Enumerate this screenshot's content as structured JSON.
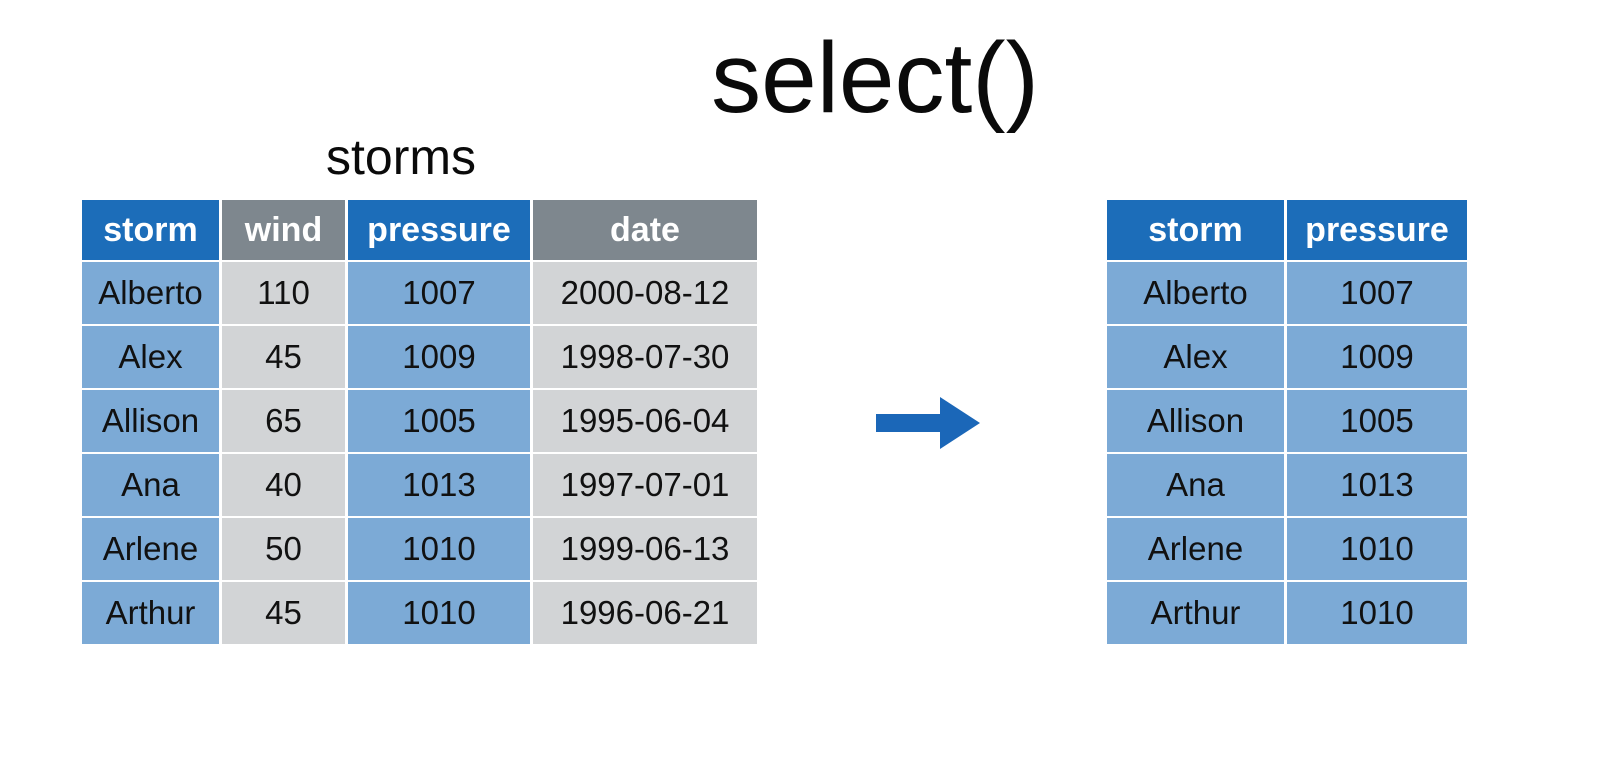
{
  "title": "select()",
  "source_table": {
    "label": "storms",
    "columns": [
      {
        "name": "storm",
        "style": "selected"
      },
      {
        "name": "wind",
        "style": "unselected"
      },
      {
        "name": "pressure",
        "style": "selected"
      },
      {
        "name": "date",
        "style": "unselected"
      }
    ],
    "rows": [
      [
        "Alberto",
        "110",
        "1007",
        "2000-08-12"
      ],
      [
        "Alex",
        "45",
        "1009",
        "1998-07-30"
      ],
      [
        "Allison",
        "65",
        "1005",
        "1995-06-04"
      ],
      [
        "Ana",
        "40",
        "1013",
        "1997-07-01"
      ],
      [
        "Arlene",
        "50",
        "1010",
        "1999-06-13"
      ],
      [
        "Arthur",
        "45",
        "1010",
        "1996-06-21"
      ]
    ]
  },
  "result_table": {
    "columns": [
      {
        "name": "storm",
        "style": "selected"
      },
      {
        "name": "pressure",
        "style": "selected"
      }
    ],
    "rows": [
      [
        "Alberto",
        "1007"
      ],
      [
        "Alex",
        "1009"
      ],
      [
        "Allison",
        "1005"
      ],
      [
        "Ana",
        "1013"
      ],
      [
        "Arlene",
        "1010"
      ],
      [
        "Arthur",
        "1010"
      ]
    ]
  },
  "arrow": {
    "icon": "right-arrow"
  },
  "colors": {
    "header_selected": "#1C6DB9",
    "header_unselected": "#7E878E",
    "cell_selected": "#7CAAD6",
    "cell_unselected": "#D2D4D6",
    "arrow": "#1B67B8",
    "header_text": "#FFFFFF",
    "body_text": "#111111"
  }
}
